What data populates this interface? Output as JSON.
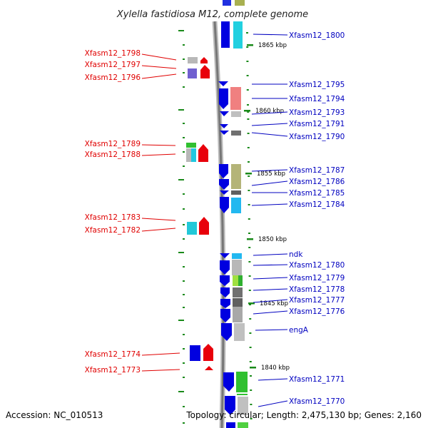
{
  "title": "Xylella fastidiosa M12, complete genome",
  "accession": "Accession: NC_010513",
  "topology": "Topology: circular; Length: 2,475,130 bp; Genes: 2,160",
  "colors": {
    "forward": "#e8000b",
    "reverse": "#0000e0",
    "label_left": "#e00000",
    "label_right": "#0000c0",
    "backbone": "#888888",
    "tick": "#1a8a1a"
  },
  "kbp_markers": [
    {
      "label": "1865 kbp"
    },
    {
      "label": "1860 kbp"
    },
    {
      "label": "1855 kbp"
    },
    {
      "label": "1850 kbp"
    },
    {
      "label": "1845 kbp"
    },
    {
      "label": "1840 kbp"
    }
  ],
  "genes_left": [
    {
      "name": "Xfasm12_1798"
    },
    {
      "name": "Xfasm12_1797"
    },
    {
      "name": "Xfasm12_1796"
    },
    {
      "name": "Xfasm12_1789"
    },
    {
      "name": "Xfasm12_1788"
    },
    {
      "name": "Xfasm12_1783"
    },
    {
      "name": "Xfasm12_1782"
    },
    {
      "name": "Xfasm12_1774"
    },
    {
      "name": "Xfasm12_1773"
    }
  ],
  "genes_right": [
    {
      "name": "Xfasm12_1800"
    },
    {
      "name": "Xfasm12_1795"
    },
    {
      "name": "Xfasm12_1794"
    },
    {
      "name": "Xfasm12_1793"
    },
    {
      "name": "Xfasm12_1791"
    },
    {
      "name": "Xfasm12_1790"
    },
    {
      "name": "Xfasm12_1787"
    },
    {
      "name": "Xfasm12_1786"
    },
    {
      "name": "Xfasm12_1785"
    },
    {
      "name": "Xfasm12_1784"
    },
    {
      "name": "ndk"
    },
    {
      "name": "Xfasm12_1780"
    },
    {
      "name": "Xfasm12_1779"
    },
    {
      "name": "Xfasm12_1778"
    },
    {
      "name": "Xfasm12_1777"
    },
    {
      "name": "Xfasm12_1776"
    },
    {
      "name": "engA"
    },
    {
      "name": "Xfasm12_1771"
    },
    {
      "name": "Xfasm12_1770"
    }
  ]
}
